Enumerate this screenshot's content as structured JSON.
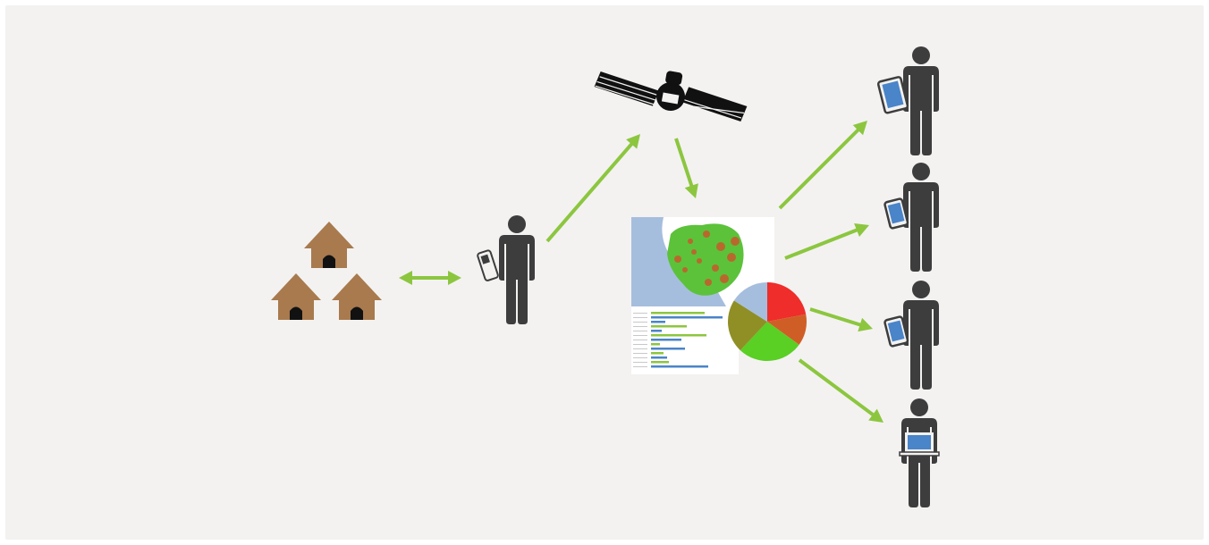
{
  "colors": {
    "background": "#f3f2f1",
    "arrow": "#8cc63f",
    "person": "#3d3d3d",
    "hut_wall": "#9b7047",
    "hut_roof": "#a87a4e",
    "device_screen": "#4a84c9",
    "map_water": "#a6bedd",
    "map_land": "#5cc23a",
    "map_hotspot": "#d84a2a",
    "pie_slices": [
      "#ef2d2a",
      "#cf5e26",
      "#5acf24",
      "#8f8f26",
      "#a6bedd"
    ]
  },
  "nodes": {
    "village": {
      "icon": "hut-cluster-icon",
      "hut_count": 3
    },
    "field_worker": {
      "icon": "person-with-feature-phone-icon"
    },
    "satellite": {
      "icon": "satellite-icon"
    },
    "dashboard": {
      "icon": "map-and-chart-dashboard-icon"
    },
    "recipients": [
      {
        "icon": "person-with-tablet-icon"
      },
      {
        "icon": "person-with-tablet-icon"
      },
      {
        "icon": "person-with-phone-icon"
      },
      {
        "icon": "person-with-laptop-icon"
      }
    ]
  },
  "pie_data": {
    "type": "pie",
    "values": [
      22,
      13,
      27,
      22,
      16
    ]
  },
  "flows": [
    {
      "from": "village",
      "to": "field_worker",
      "direction": "bidirectional"
    },
    {
      "from": "field_worker",
      "to": "satellite",
      "direction": "forward"
    },
    {
      "from": "satellite",
      "to": "dashboard",
      "direction": "forward"
    },
    {
      "from": "dashboard",
      "to": "recipient-1",
      "direction": "forward"
    },
    {
      "from": "dashboard",
      "to": "recipient-2",
      "direction": "forward"
    },
    {
      "from": "dashboard",
      "to": "recipient-3",
      "direction": "forward"
    },
    {
      "from": "dashboard",
      "to": "recipient-4",
      "direction": "forward"
    }
  ]
}
